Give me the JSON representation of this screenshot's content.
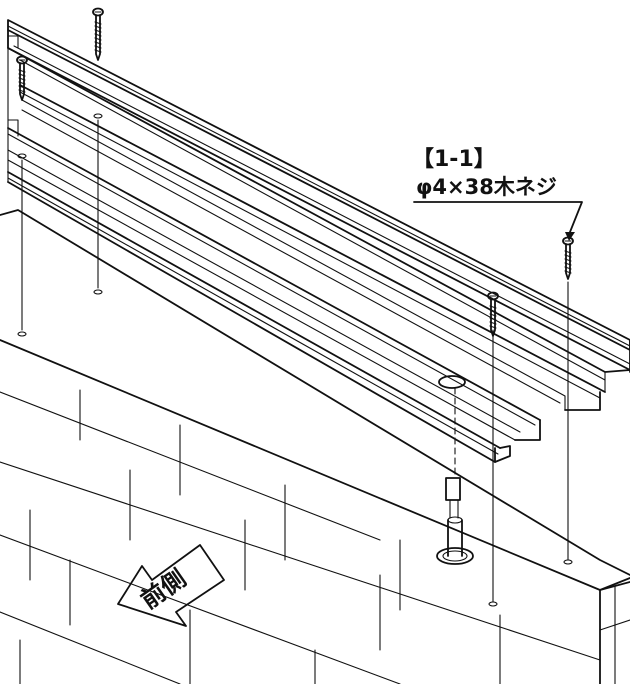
{
  "callout": {
    "step": "【1-1】",
    "part": "φ4×38木ネジ"
  },
  "arrow_label": "前側",
  "screws": [
    {
      "name": "screw-top-left-back"
    },
    {
      "name": "screw-top-left-front"
    },
    {
      "name": "screw-right-front"
    },
    {
      "name": "screw-right-back"
    }
  ]
}
